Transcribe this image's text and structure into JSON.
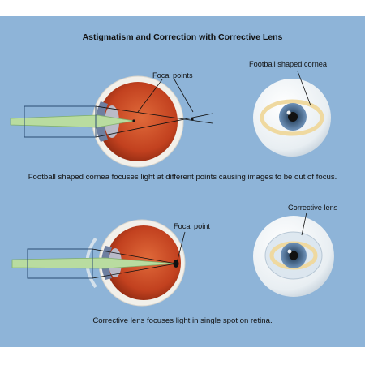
{
  "title": "Astigmatism and Correction with Corrective Lens",
  "top_panel": {
    "focal_points_label": "Focal points",
    "cornea_label": "Football shaped cornea",
    "caption": "Football shaped cornea focuses light at different points causing images to be out of focus."
  },
  "bottom_panel": {
    "focal_point_label": "Focal point",
    "lens_label": "Corrective lens",
    "caption": "Corrective lens focuses light in single spot on retina."
  },
  "colors": {
    "background": "#8eb4d8",
    "eye_red": "#c2411f",
    "light_beam": "#b9dca0",
    "iris": "#5d7fa6",
    "cornea_ring": "#efd9a0"
  }
}
